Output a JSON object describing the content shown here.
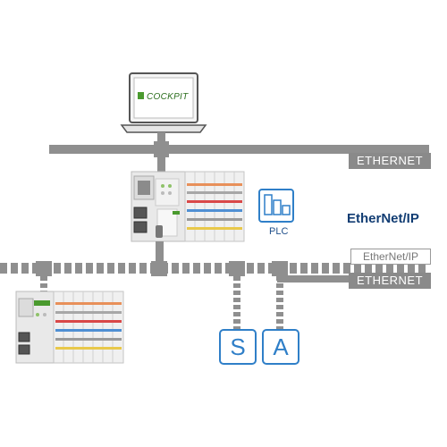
{
  "laptop": {
    "screen_text": "COCKPIT",
    "brand_color": "#4a9a2e"
  },
  "networks": {
    "ethernet_top": "ETHERNET",
    "ethernet_ip_outline": "EtherNet/IP",
    "ethernet_bottom": "ETHERNET"
  },
  "brand": {
    "text": "EtherNet/IP",
    "color": "#123d73"
  },
  "plc": {
    "label": "PLC",
    "icon": "plc-module-icon"
  },
  "devices": {
    "s_label": "S",
    "a_label": "A"
  },
  "colors": {
    "bus_gray": "#8f8f8f",
    "accent_blue": "#2f7fc8"
  }
}
